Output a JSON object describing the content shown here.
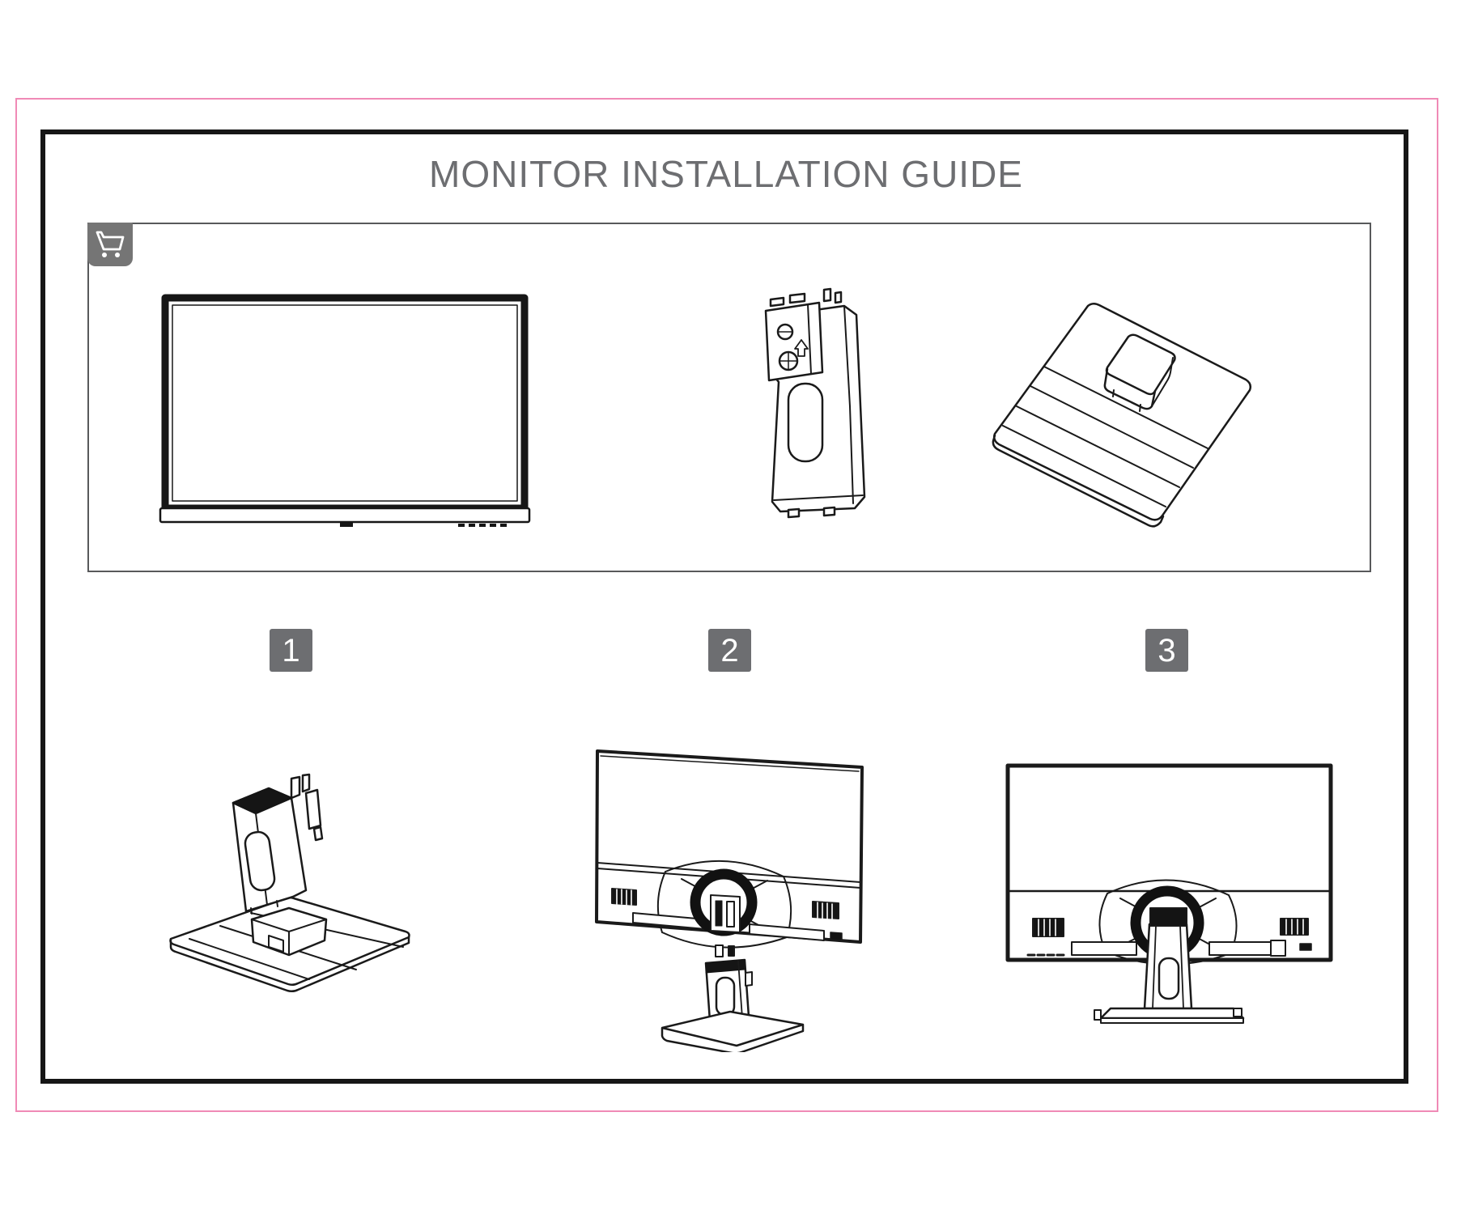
{
  "page": {
    "title": "MONITOR INSTALLATION GUIDE"
  },
  "colors": {
    "accent_border_pink": "#f08ab6",
    "main_border_black": "#161616",
    "parts_box_border_gray": "#58595b",
    "badge_gray": "#6d6e71",
    "title_gray": "#6d6e71",
    "line_art": "#1a1a1a"
  },
  "parts_box": {
    "icon": "shopping-cart",
    "parts": [
      {
        "name": "monitor-front-panel"
      },
      {
        "name": "stand-riser-column"
      },
      {
        "name": "stand-base-plate"
      }
    ]
  },
  "steps": [
    {
      "number": "1",
      "illustration": "riser-mounted-on-base"
    },
    {
      "number": "2",
      "illustration": "stand-aligned-under-monitor-rear-mount"
    },
    {
      "number": "3",
      "illustration": "stand-attached-to-monitor-rear"
    }
  ]
}
